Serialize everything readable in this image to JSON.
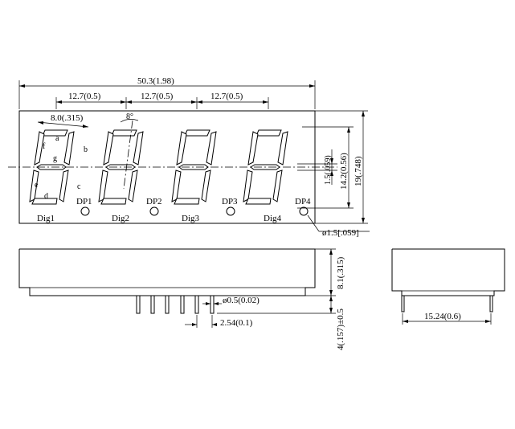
{
  "front_view": {
    "overall_width": "50.3(1.98)",
    "pitch_1": "12.7(0.5)",
    "pitch_2": "12.7(0.5)",
    "pitch_3": "12.7(0.5)",
    "digit_width": "8.0(.315)",
    "slant": "8°",
    "segment_labels": {
      "a": "a",
      "b": "b",
      "c": "c",
      "d": "d",
      "e": "e",
      "f": "f",
      "g": "g"
    },
    "digits": [
      "Dig1",
      "Dig2",
      "Dig3",
      "Dig4"
    ],
    "decimal_points": [
      "DP1",
      "DP2",
      "DP3",
      "DP4"
    ],
    "segment_thickness": "1.5(.059)",
    "digit_height": "14.2(0.56)",
    "overall_height": "19(.748)",
    "dp_diameter": "ø1.5[.059]"
  },
  "side_view": {
    "pin_diameter": "ø0.5(0.02)",
    "pin_pitch": "2.54(0.1)",
    "body_height": "8.1(.315)",
    "pin_length": "4(.157)±0.5"
  },
  "end_view": {
    "row_spacing": "15.24(0.6)"
  }
}
